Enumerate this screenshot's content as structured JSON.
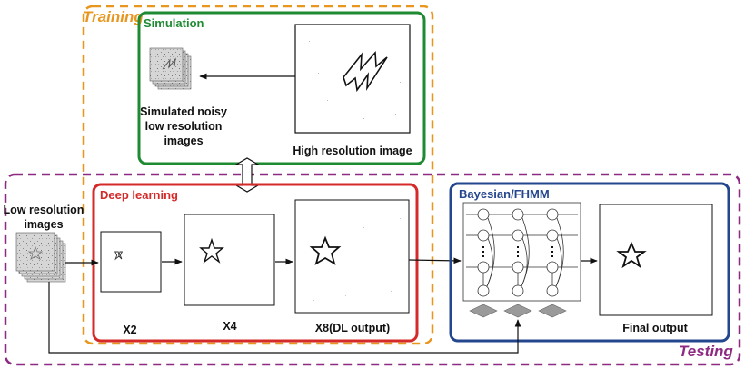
{
  "sections": {
    "training": "Training",
    "testing": "Testing",
    "simulation": "Simulation",
    "deep_learning": "Deep learning",
    "bayesian": "Bayesian/FHMM"
  },
  "labels": {
    "simulated_line1": "Simulated noisy",
    "simulated_line2": "low resolution",
    "simulated_line3": "images",
    "high_res": "High resolution image",
    "low_res_line1": "Low resolution",
    "low_res_line2": "images",
    "x2": "X2",
    "x4": "X4",
    "x8": "X8(DL output)",
    "final_output": "Final output"
  },
  "colors": {
    "training": "#e8961e",
    "testing": "#8e2a82",
    "simulation": "#1e8a32",
    "deep_learning": "#d42a2a",
    "bayesian": "#24468e"
  }
}
